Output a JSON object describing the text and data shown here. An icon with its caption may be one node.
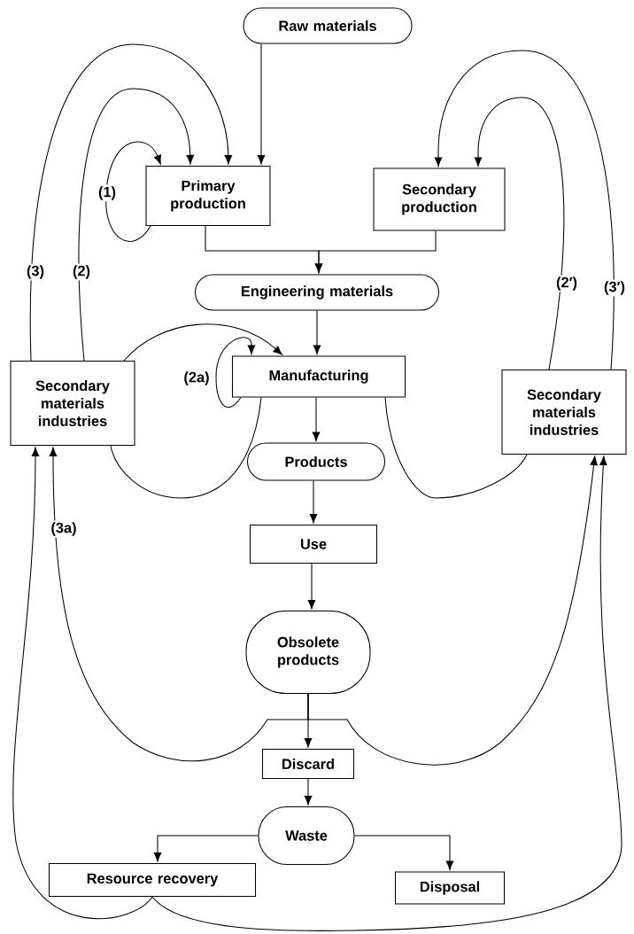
{
  "diagram": {
    "nodes": [
      {
        "text": [
          "Raw materials"
        ]
      },
      {
        "text": [
          "Primary production"
        ]
      },
      {
        "text": [
          "Secondary production"
        ]
      },
      {
        "text": [
          "Engineering materials"
        ]
      },
      {
        "text": [
          "Secondary materials industries"
        ]
      },
      {
        "text": [
          "Manufacturing"
        ]
      },
      {
        "text": [
          "Secondary materials industries"
        ]
      },
      {
        "text": [
          "Products"
        ]
      },
      {
        "text": [
          "Use"
        ]
      },
      {
        "text": [
          "Obsolete products"
        ]
      },
      {
        "text": [
          "Discard"
        ]
      },
      {
        "text": [
          "Waste"
        ]
      },
      {
        "text": [
          "Resource recovery"
        ]
      },
      {
        "text": [
          "Disposal"
        ]
      }
    ],
    "edges": [
      {
        "from": 0,
        "to": 1,
        "arrow": "to"
      },
      {
        "from": 1,
        "to": 3,
        "arrow": "to"
      },
      {
        "from": 2,
        "to": 3,
        "arrow": "to"
      },
      {
        "from": 3,
        "to": 5,
        "arrow": "to"
      },
      {
        "from": 5,
        "to": 7,
        "arrow": "to"
      },
      {
        "from": 7,
        "to": 8,
        "arrow": "to"
      },
      {
        "from": 8,
        "to": 9,
        "arrow": "to"
      },
      {
        "from": 9,
        "to": 10,
        "arrow": "to"
      },
      {
        "from": 10,
        "to": 11,
        "arrow": "to"
      },
      {
        "from": 11,
        "to": 12,
        "arrow": "to"
      },
      {
        "from": 11,
        "to": 13,
        "arrow": "to"
      },
      {
        "from": 1,
        "to": 1,
        "arrow": "to",
        "label": "(1)"
      },
      {
        "from": 4,
        "to": 1,
        "arrow": "to",
        "label": "(2)"
      },
      {
        "from": 4,
        "to": 1,
        "arrow": "to",
        "label": "(3)"
      },
      {
        "from": 6,
        "to": 2,
        "arrow": "to",
        "label": "(2′)"
      },
      {
        "from": 6,
        "to": 2,
        "arrow": "to",
        "label": "(3′)"
      },
      {
        "from": 4,
        "to": 5,
        "arrow": "to"
      },
      {
        "from": 5,
        "to": 5,
        "arrow": "to",
        "label": "(2a)"
      },
      {
        "from": 5,
        "to": 4,
        "arrow": "none"
      },
      {
        "from": 5,
        "to": 6,
        "arrow": "none"
      },
      {
        "from": 9,
        "to": 4,
        "arrow": "to",
        "label": "(3a)"
      },
      {
        "from": 9,
        "to": 6,
        "arrow": "to"
      },
      {
        "from": 12,
        "to": 4,
        "arrow": "to"
      },
      {
        "from": 12,
        "to": 6,
        "arrow": "to"
      }
    ]
  }
}
